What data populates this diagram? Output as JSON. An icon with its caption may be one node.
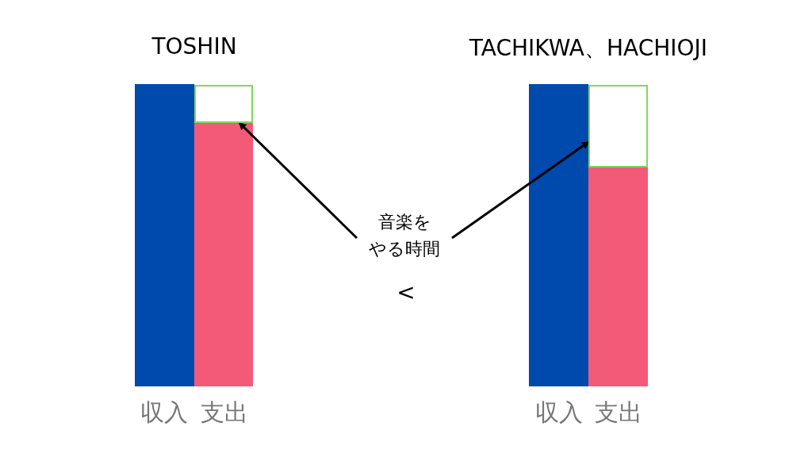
{
  "diagram": {
    "nodes": [
      {
        "text": [],
        "shape": "box"
      },
      {
        "text": [
          "音楽をやる時間"
        ]
      },
      {
        "text": [],
        "shape": "box"
      }
    ],
    "edges": [
      {
        "from": 1,
        "to": 0,
        "arrow": "to"
      },
      {
        "from": 1,
        "to": 2,
        "arrow": "to"
      }
    ],
    "labels": [
      "TOSHIN",
      "TACHIKWA、HACHIOJI",
      "<",
      "収入",
      "支出",
      "収入",
      "支出"
    ]
  }
}
